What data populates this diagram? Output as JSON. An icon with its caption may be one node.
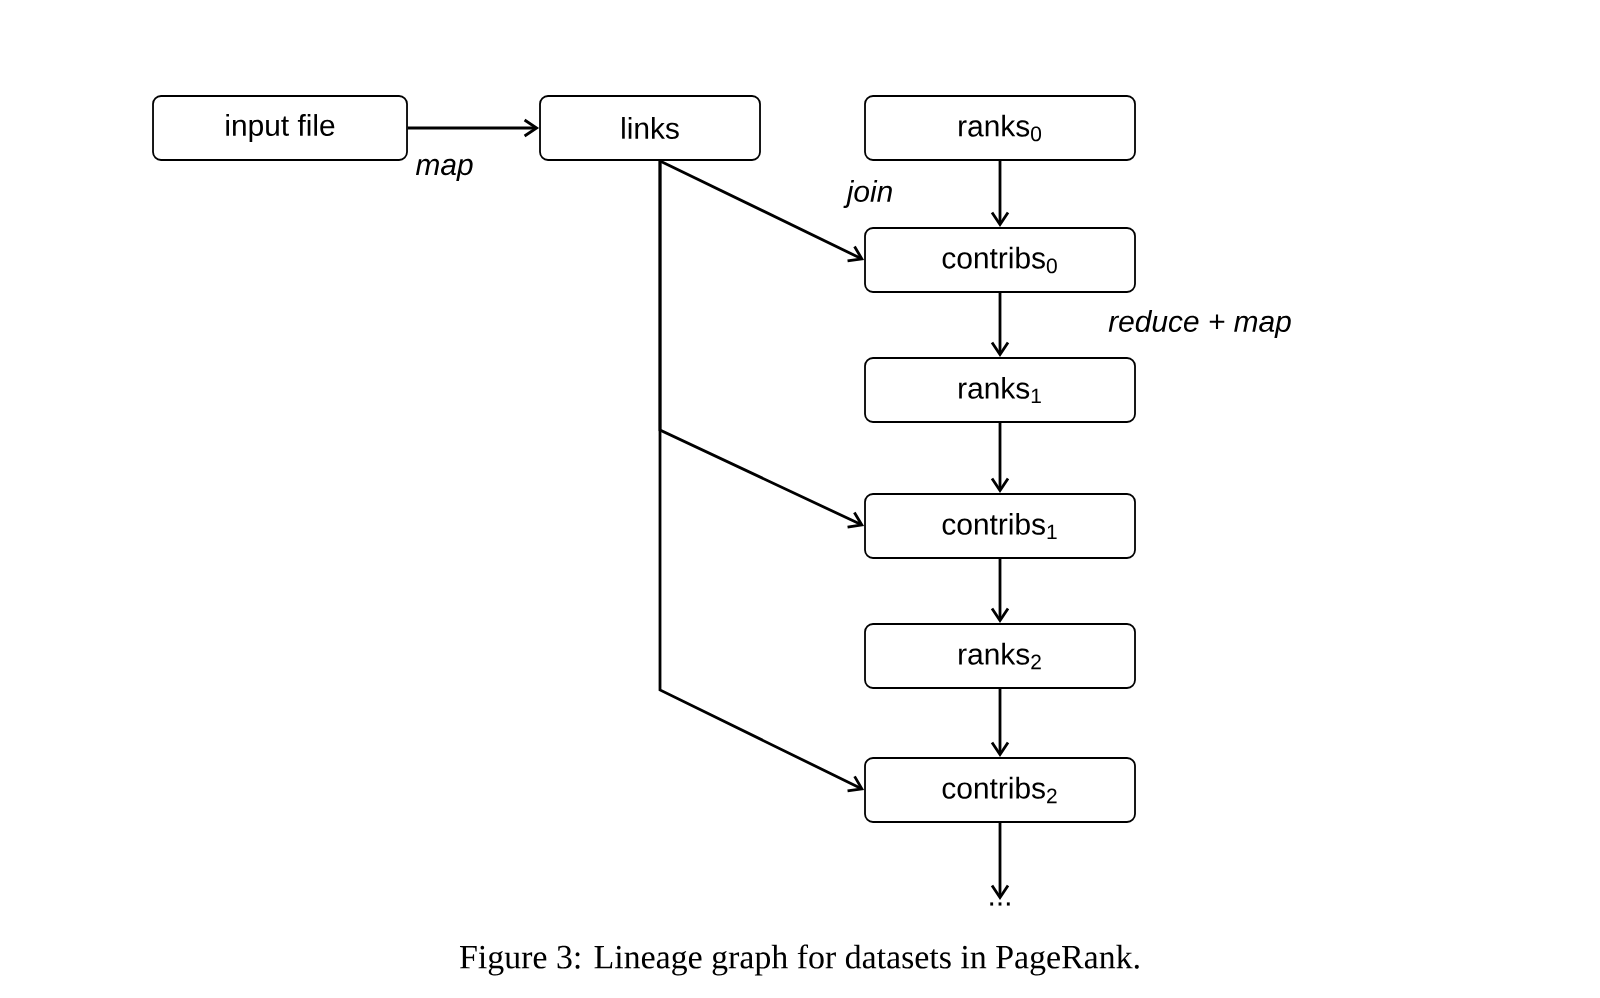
{
  "diagram": {
    "caption": "Figure 3: Lineage graph for datasets in PageRank.",
    "nodes": [
      {
        "text": [
          "input file"
        ]
      },
      {
        "text": [
          "links"
        ]
      },
      {
        "text": [
          "ranks$_{0}$"
        ]
      },
      {
        "text": [
          "contribs$_{0}$"
        ]
      },
      {
        "text": [
          "ranks$_{1}$"
        ]
      },
      {
        "text": [
          "contribs$_{1}$"
        ]
      },
      {
        "text": [
          "ranks$_{2}$"
        ]
      },
      {
        "text": [
          "contribs$_{2}$"
        ]
      },
      {
        "text": [
          "..."
        ]
      }
    ],
    "edges": [
      {
        "from": 0,
        "to": 1,
        "arrow": "to",
        "label": "map"
      },
      {
        "from": 1,
        "to": 3,
        "arrow": "to",
        "label": "join"
      },
      {
        "from": 1,
        "to": 5,
        "arrow": "to"
      },
      {
        "from": 1,
        "to": 7,
        "arrow": "to"
      },
      {
        "from": 2,
        "to": 3,
        "arrow": "to"
      },
      {
        "from": 3,
        "to": 4,
        "arrow": "to",
        "label": "reduce + map"
      },
      {
        "from": 4,
        "to": 5,
        "arrow": "to"
      },
      {
        "from": 5,
        "to": 6,
        "arrow": "to"
      },
      {
        "from": 6,
        "to": 7,
        "arrow": "to"
      },
      {
        "from": 7,
        "to": 8,
        "arrow": "to"
      }
    ]
  }
}
